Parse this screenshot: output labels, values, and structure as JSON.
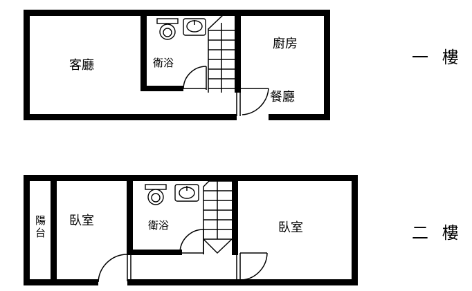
{
  "floors": [
    {
      "name": "一 樓",
      "rooms": {
        "living": "客廳",
        "bath": "衛浴",
        "kitchen": "廚房",
        "dining": "餐廳"
      }
    },
    {
      "name": "二 樓",
      "rooms": {
        "balcony_top": "陽",
        "balcony_bottom": "台",
        "bedroom_left": "臥室",
        "bath": "衛浴",
        "bedroom_right": "臥室"
      }
    }
  ],
  "colors": {
    "wall": "#000000",
    "background": "#ffffff"
  },
  "icons": [
    "toilet-icon",
    "sink-icon",
    "staircase-icon",
    "door-swing-icon"
  ]
}
